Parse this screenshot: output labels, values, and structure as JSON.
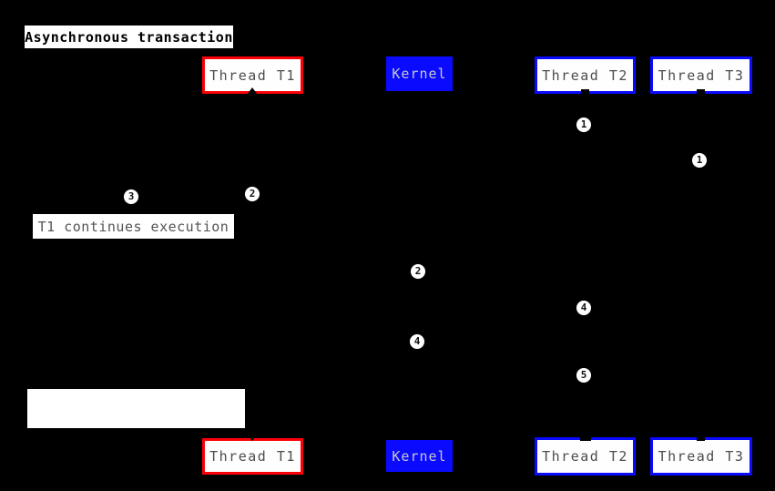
{
  "diagram": {
    "type": "sequence-diagram",
    "title": "Asynchronous transaction"
  },
  "actors": {
    "thread_t1": {
      "label": "Thread T1",
      "accent": "#fb0007"
    },
    "kernel": {
      "label": "Kernel",
      "accent": "#0a0aff"
    },
    "thread_t2": {
      "label": "Thread T2",
      "accent": "#0a0aff"
    },
    "thread_t3": {
      "label": "Thread T3",
      "accent": "#0a0aff"
    }
  },
  "notes": {
    "t1_continues": {
      "text": "T1 continues execution"
    },
    "blank": {
      "text": ""
    }
  },
  "markers": [
    {
      "label": "1",
      "lifeline": "thread_t2"
    },
    {
      "label": "1",
      "lifeline": "thread_t3"
    },
    {
      "label": "2",
      "lifeline": "thread_t1"
    },
    {
      "label": "3",
      "lifeline": "thread_t1"
    },
    {
      "label": "2",
      "lifeline": "kernel"
    },
    {
      "label": "4",
      "lifeline": "thread_t2"
    },
    {
      "label": "4",
      "lifeline": "kernel"
    },
    {
      "label": "5",
      "lifeline": "thread_t2"
    }
  ],
  "colors": {
    "background": "#000000",
    "t1_border": "#fb0007",
    "blue": "#0a0aff",
    "actor_text": "#4d4d4d",
    "kernel_text": "#c8c8c8",
    "note_text": "#555555",
    "marker_fill": "#ffffff"
  }
}
